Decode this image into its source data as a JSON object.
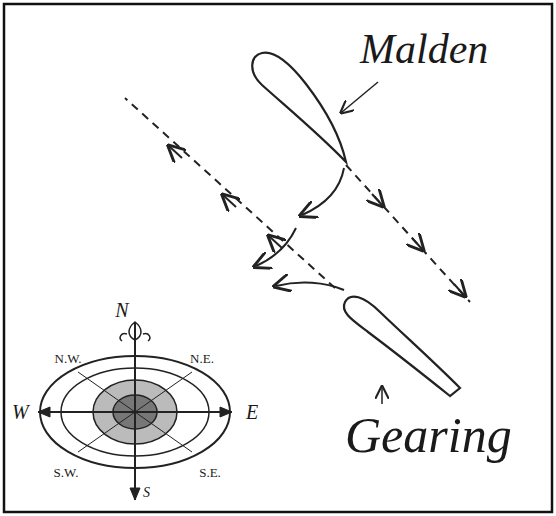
{
  "diagram": {
    "labels": [
      "Malden",
      "Gearing",
      "N",
      "N.E.",
      "E",
      "S.E.",
      "S",
      "S.W.",
      "W",
      "N.W."
    ]
  }
}
